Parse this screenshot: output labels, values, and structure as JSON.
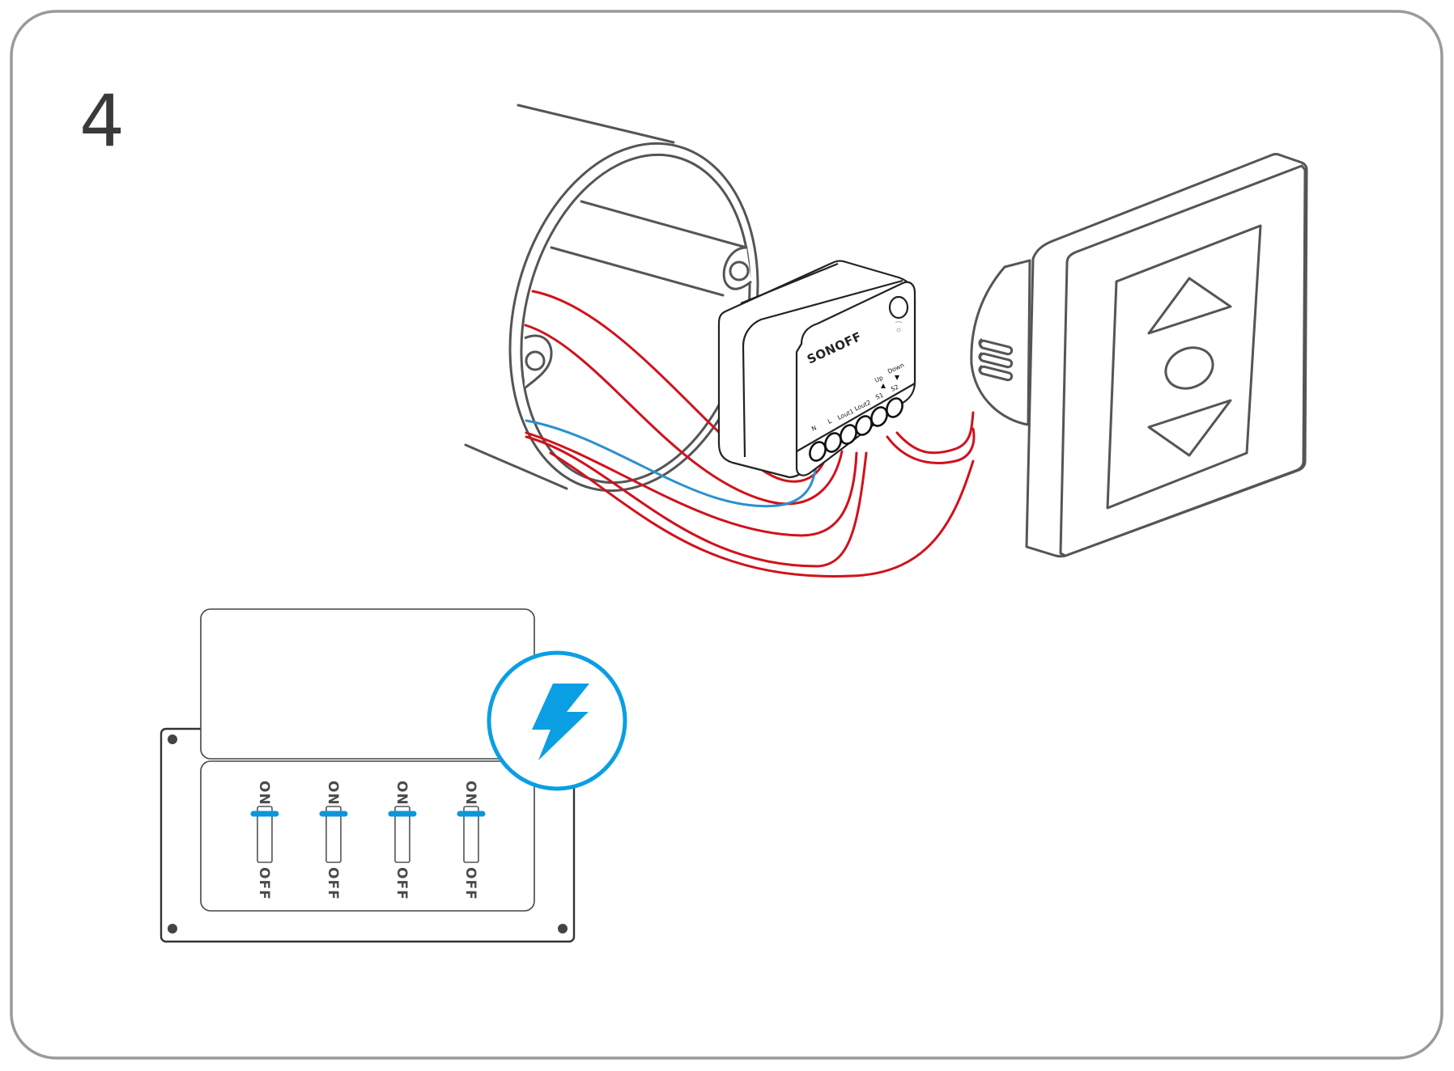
{
  "step": {
    "number": "4"
  },
  "module": {
    "brand": "SONOFF",
    "terminals": [
      "N",
      "L",
      "Lout1",
      "Lout2",
      "S1",
      "S2"
    ],
    "up_label": "Up",
    "down_label": "Down"
  },
  "breaker_panel": {
    "switches": [
      {
        "on_label": "ON",
        "off_label": "OFF",
        "state": "on"
      },
      {
        "on_label": "ON",
        "off_label": "OFF",
        "state": "on"
      },
      {
        "on_label": "ON",
        "off_label": "OFF",
        "state": "on"
      },
      {
        "on_label": "ON",
        "off_label": "OFF",
        "state": "on"
      }
    ]
  },
  "power_badge": {
    "icon": "lightning-bolt-icon",
    "meaning": "power on"
  },
  "colors": {
    "live_wire": "#d0121c",
    "neutral_wire": "#2b90d0",
    "accent": "#0a9fe3",
    "outline": "#555555",
    "frame": "#9a9a9a"
  }
}
